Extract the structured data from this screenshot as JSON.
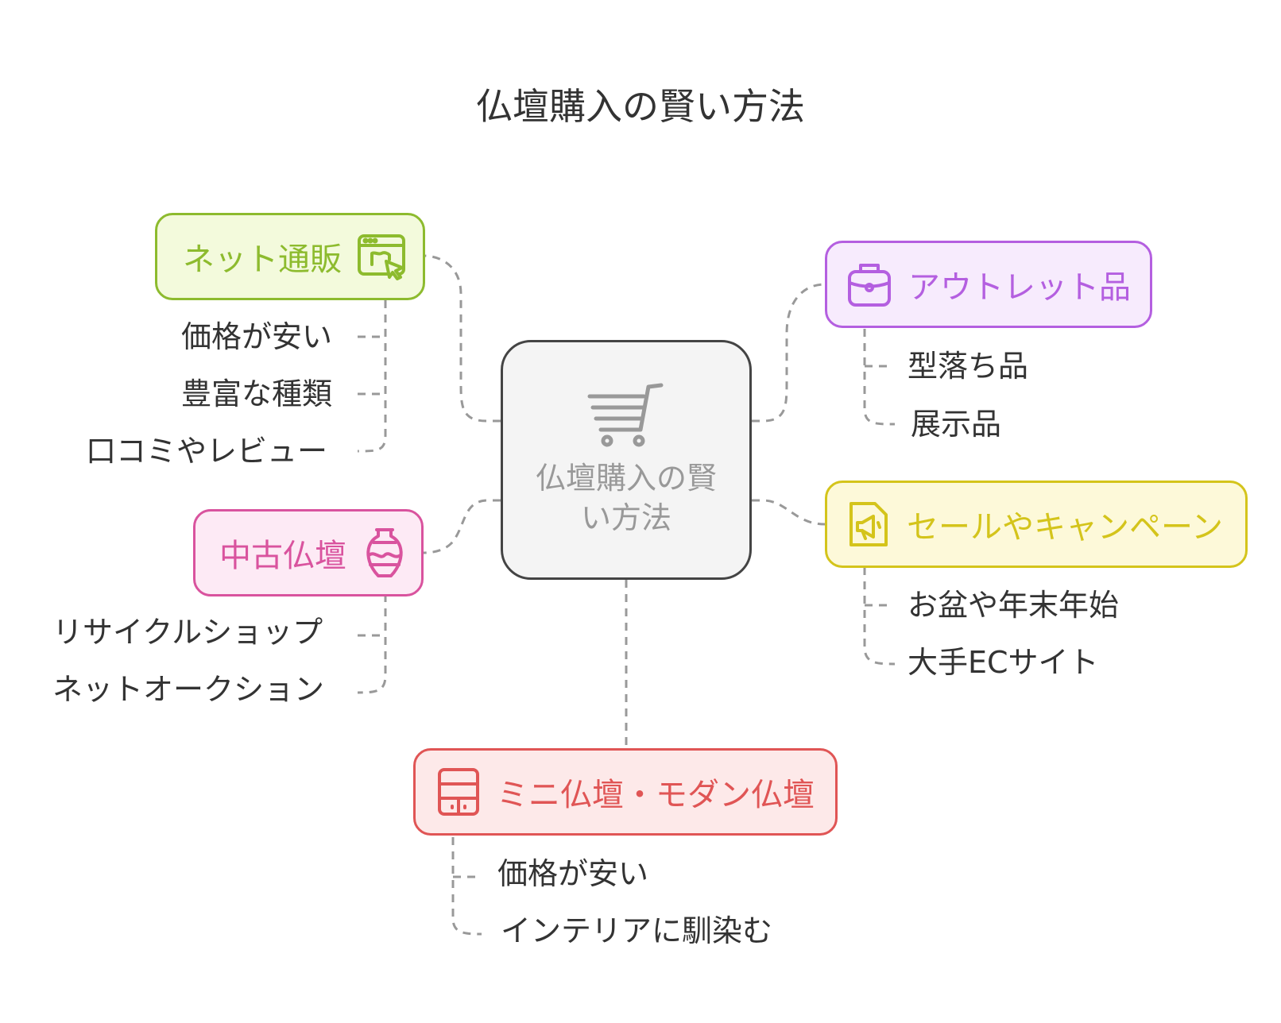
{
  "title": "仏壇購入の賢い方法",
  "center": {
    "label": "仏壇購入の賢い方法",
    "icon": "shopping-cart-icon"
  },
  "colors": {
    "net": "#8dbb2e",
    "outlet": "#b45fe0",
    "used": "#d9539e",
    "sale": "#d4c41b",
    "mini": "#e05555",
    "connector": "#999999"
  },
  "branches": {
    "net": {
      "label": "ネット通販",
      "icon": "browser-click-icon",
      "items": [
        "価格が安い",
        "豊富な種類",
        "口コミやレビュー"
      ]
    },
    "outlet": {
      "label": "アウトレット品",
      "icon": "briefcase-icon",
      "items": [
        "型落ち品",
        "展示品"
      ]
    },
    "used": {
      "label": "中古仏壇",
      "icon": "vase-icon",
      "items": [
        "リサイクルショップ",
        "ネットオークション"
      ]
    },
    "sale": {
      "label": "セールやキャンペーン",
      "icon": "megaphone-icon",
      "items": [
        "お盆や年末年始",
        "大手ECサイト"
      ]
    },
    "mini": {
      "label": "ミニ仏壇・モダン仏壇",
      "icon": "cabinet-icon",
      "items": [
        "価格が安い",
        "インテリアに馴染む"
      ]
    }
  }
}
